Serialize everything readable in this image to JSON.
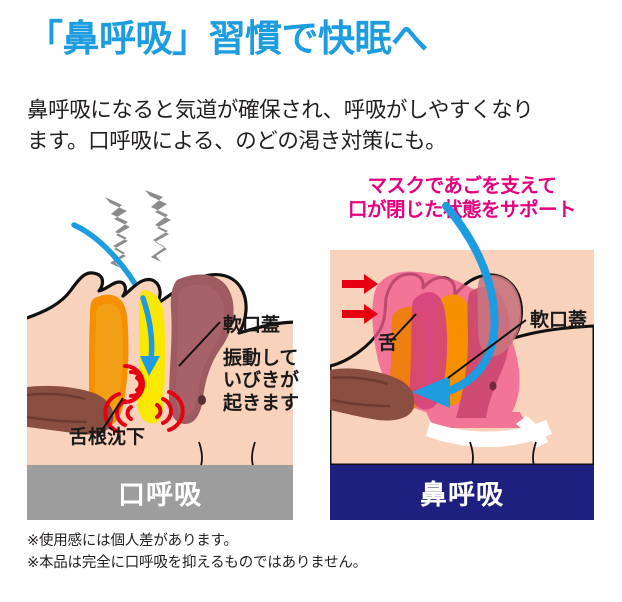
{
  "header": {
    "title": "「鼻呼吸」習慣で快眠へ",
    "title_color": "#1d9ce0",
    "lede_line1": "鼻呼吸になると気道が確保され、呼吸がしやすくなり",
    "lede_line2": "ます。口呼吸による、のどの渇き対策にも。"
  },
  "panel_left": {
    "banner_label": "口呼吸",
    "banner_color": "#9d9d9d",
    "labels": {
      "soft_palate": "軟口蓋",
      "vibration_line1": "振動して",
      "vibration_line2": "いびきが",
      "vibration_line3": "起きます",
      "tongue_root": "舌根沈下"
    },
    "icons": {
      "snore": "snore-zigzag-icon",
      "airflow": "airflow-arrow-icon",
      "vibration": "vibration-waves-icon"
    }
  },
  "panel_right": {
    "heading_line1": "マスクであごを支えて",
    "heading_line2": "口が閉じた状態をサポート",
    "heading_color": "#e4007f",
    "banner_label": "鼻呼吸",
    "banner_color": "#1e2080",
    "labels": {
      "soft_palate": "軟口蓋",
      "tongue": "舌"
    },
    "icons": {
      "mask_press": "red-arrows-icon",
      "airflow": "airflow-arrow-icon"
    }
  },
  "notes": {
    "line1": "※使用感には個人差があります。",
    "line2": "※本品は完全に口呼吸を抑えるものではありません。"
  },
  "colors": {
    "skin": "#f9d2bb",
    "tongue_orange": "#f59000",
    "tongue_orange_deep": "#ef7f10",
    "palate_yellow": "#fbe800",
    "tissue_mauve": "#a05a60",
    "tissue_pink": "#e9567e",
    "mask_pink": "#ef5a8c",
    "airflow_blue": "#1d9ce0",
    "vibration_red": "#e60012",
    "snore_gray": "#8c8c8c",
    "throat_brown": "#8b4f42"
  }
}
